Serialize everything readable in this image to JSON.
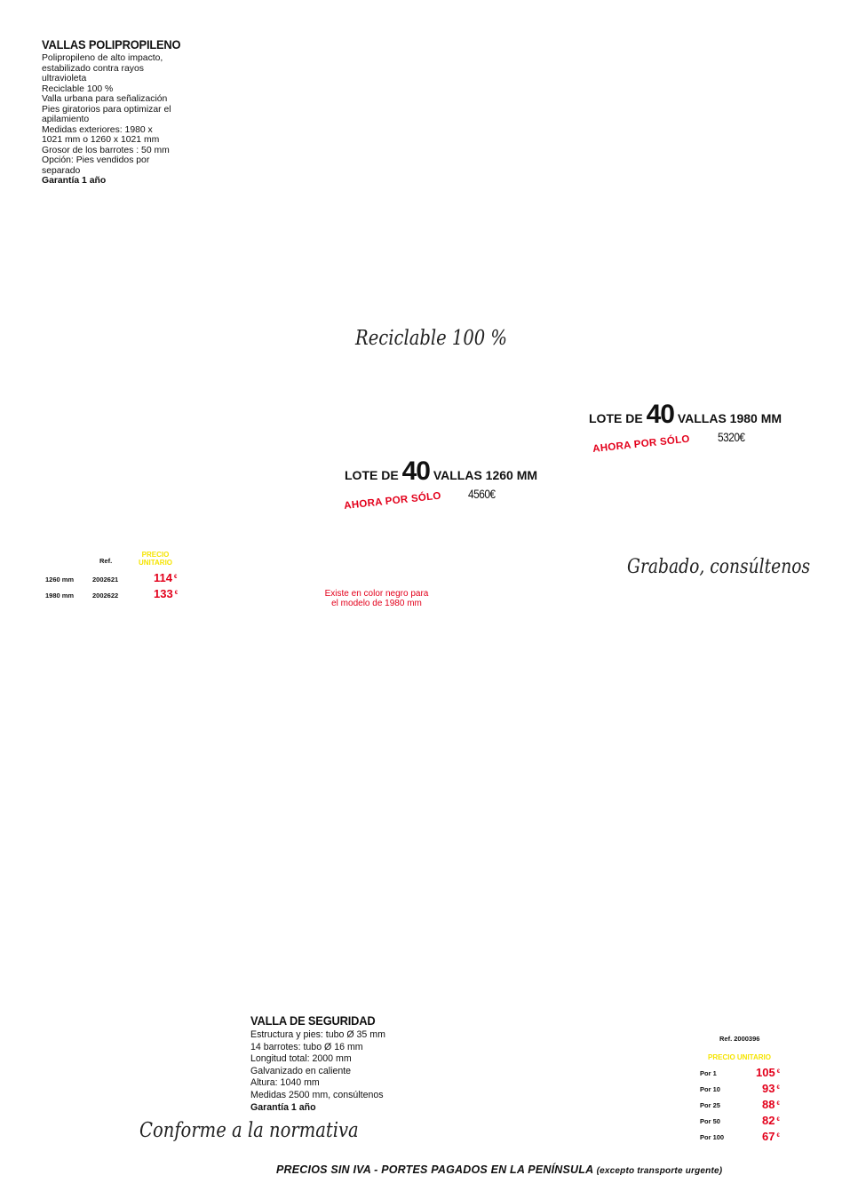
{
  "vallas_polipropileno": {
    "title": "VALLAS POLIPROPILENO",
    "lines": [
      "Polipropileno de alto impacto,",
      "estabilizado contra rayos",
      "ultravioleta",
      "Reciclable 100 %",
      "Valla urbana para señalización",
      "Pies giratorios para optimizar el",
      "apilamiento",
      "Medidas exteriores: 1980 x",
      "1021 mm o 1260 x 1021 mm",
      "Grosor de los barrotes : 50 mm",
      "Opción: Pies vendidos por",
      "separado"
    ],
    "guarantee": "Garantía 1 año"
  },
  "script_reciclable": "Reciclable 100 %",
  "lote_1980": {
    "prefix": "LOTE DE",
    "number": "40",
    "suffix": "VALLAS 1980 MM",
    "price": "5320€",
    "offer": "AHORA POR SÓLO"
  },
  "lote_1260": {
    "prefix": "LOTE DE",
    "number": "40",
    "suffix": "VALLAS 1260 MM",
    "price": "4560€",
    "offer": "AHORA POR SÓLO"
  },
  "price_table_1": {
    "header_ref": "Ref.",
    "header_price_1": "PRECIO",
    "header_price_2": "UNITARIO",
    "currency": "€",
    "rows": [
      {
        "size": "1260 mm",
        "ref": "2002621",
        "price": "114"
      },
      {
        "size": "1980 mm",
        "ref": "2002622",
        "price": "133"
      }
    ]
  },
  "note_black": {
    "line1": "Existe en color negro para",
    "line2": "el modelo de 1980 mm"
  },
  "script_grabado": "Grabado, consúltenos",
  "valla_seguridad": {
    "title": "VALLA DE SEGURIDAD",
    "lines": [
      "Estructura y pies: tubo Ø 35 mm",
      "14 barrotes: tubo Ø 16 mm",
      "Longitud total: 2000 mm",
      "Galvanizado en caliente",
      "Altura: 1040 mm",
      "Medidas 2500 mm, consúltenos"
    ],
    "guarantee": "Garantía 1 año"
  },
  "script_normativa": "Conforme a la normativa",
  "price_table_2": {
    "ref": "Ref. 2000396",
    "header": "PRECIO UNITARIO",
    "currency": "€",
    "rows": [
      {
        "qty": "Por 1",
        "price": "105"
      },
      {
        "qty": "Por 10",
        "price": "93"
      },
      {
        "qty": "Por 25",
        "price": "88"
      },
      {
        "qty": "Por 50",
        "price": "82"
      },
      {
        "qty": "Por 100",
        "price": "67"
      }
    ]
  },
  "footer": {
    "main": "PRECIOS SIN IVA - PORTES PAGADOS EN LA PENÍNSULA",
    "small": "(excepto transporte urgente)"
  },
  "colors": {
    "accent_red": "#e3001b",
    "accent_yellow": "#f5e400"
  }
}
